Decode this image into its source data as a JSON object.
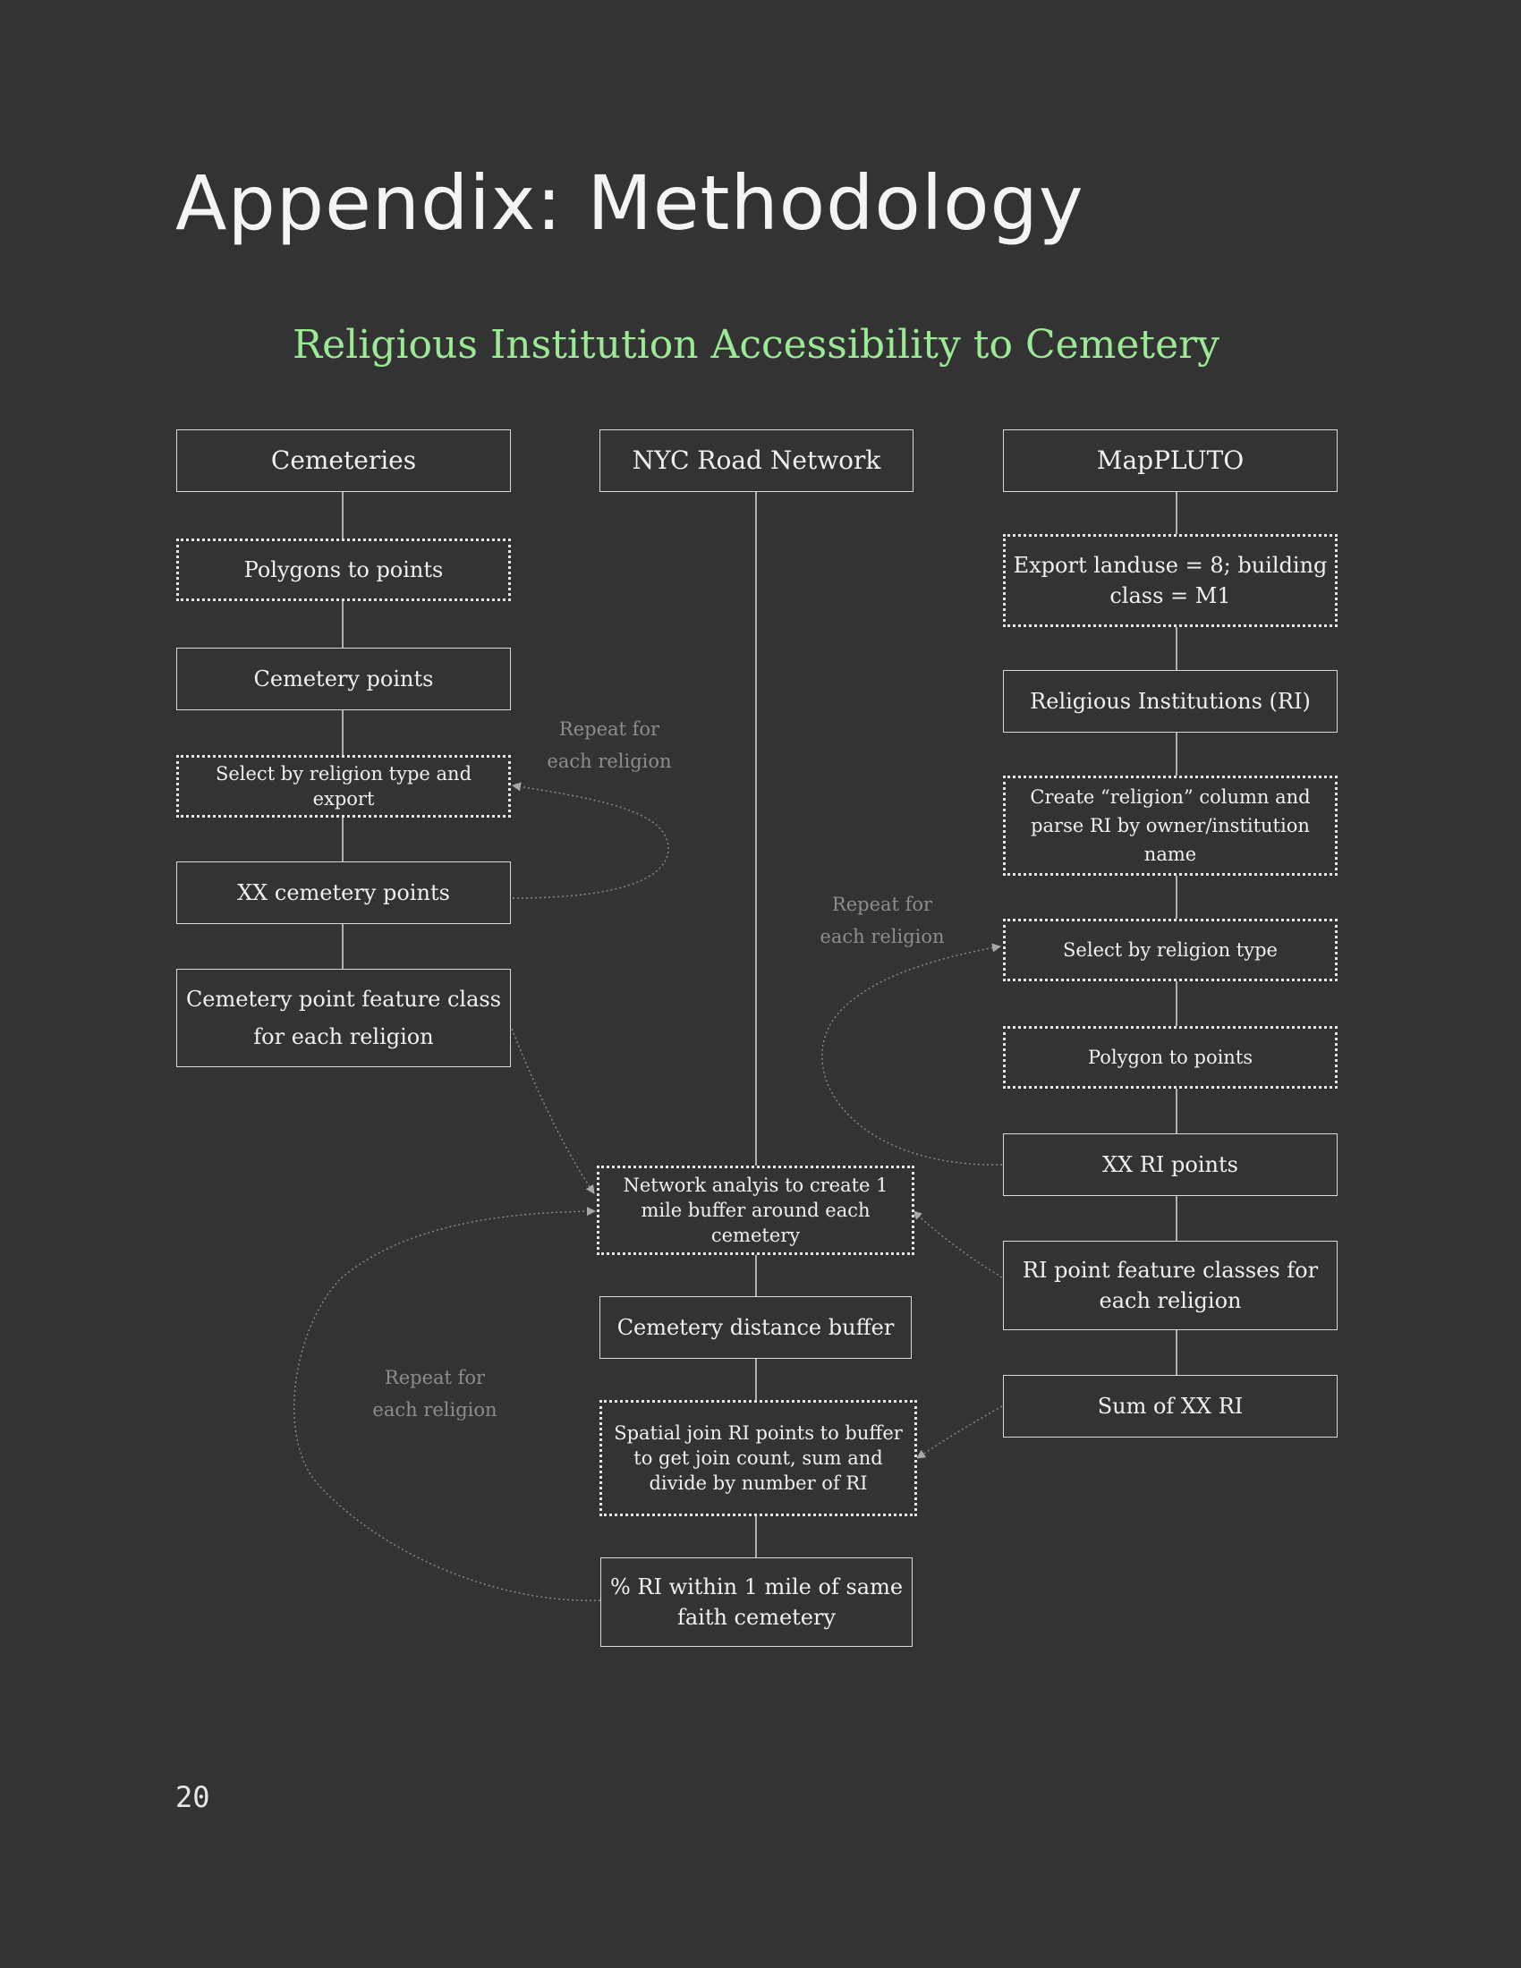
{
  "page": {
    "title": "Appendix: Methodology",
    "page_number": "20"
  },
  "diagram": {
    "title": "Religious Institution Accessibility to Cemetery",
    "nodes": {
      "cemeteries": "Cemeteries",
      "road_network": "NYC Road Network",
      "mappluto": "MapPLUTO",
      "polygons_to_points": "Polygons to points",
      "cemetery_points": "Cemetery points",
      "select_religion_export": "Select by religion type and export",
      "xx_cemetery_points": "XX cemetery points",
      "cemetery_feature_class": "Cemetery point feature class for each religion",
      "export_landuse": "Export landuse = 8; building class = M1",
      "religious_institutions": "Religious Institutions (RI)",
      "create_religion_column": "Create “religion” column and parse RI by owner/institution name",
      "select_religion_type": "Select by religion type",
      "polygon_to_points": "Polygon to points",
      "xx_ri_points": "XX RI points",
      "ri_feature_classes": "RI point feature classes for each religion",
      "sum_xx_ri": "Sum of XX RI",
      "network_analysis": "Network analyis to create 1 mile buffer around each cemetery",
      "cemetery_distance_buffer": "Cemetery distance buffer",
      "spatial_join": "Spatial join RI points to buffer to get join count, sum and divide by number of RI",
      "pct_ri_within_mile": "% RI within 1 mile of same faith cemetery"
    },
    "notes": {
      "repeat_left_line1": "Repeat for",
      "repeat_left_line2": "each religion",
      "repeat_right_line1": "Repeat for",
      "repeat_right_line2": "each religion",
      "repeat_bottom_line1": "Repeat for",
      "repeat_bottom_line2": "each religion"
    }
  }
}
